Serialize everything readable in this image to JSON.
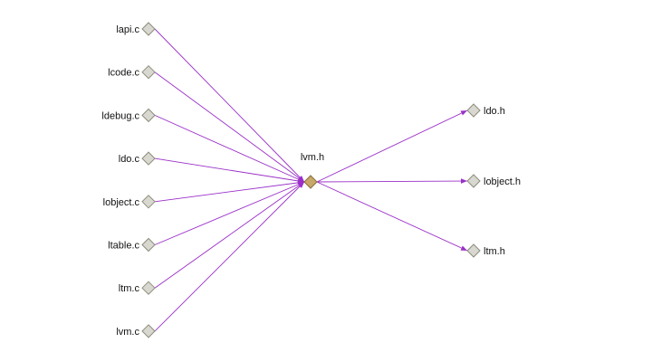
{
  "diagram": {
    "colors": {
      "edge": "#9b30c8",
      "node_fill": "#d8d8d0",
      "node_stroke": "#8c8c7c",
      "focus_fill": "#c8a86a",
      "focus_stroke": "#8a6e3a",
      "background": "#ffffff"
    },
    "focus": {
      "id": "lvm_h",
      "label": "lvm.h"
    },
    "includers": [
      {
        "id": "lapi_c",
        "label": "lapi.c"
      },
      {
        "id": "lcode_c",
        "label": "lcode.c"
      },
      {
        "id": "ldebug_c",
        "label": "ldebug.c"
      },
      {
        "id": "ldo_c",
        "label": "ldo.c"
      },
      {
        "id": "lobject_c",
        "label": "lobject.c"
      },
      {
        "id": "ltable_c",
        "label": "ltable.c"
      },
      {
        "id": "ltm_c",
        "label": "ltm.c"
      },
      {
        "id": "lvm_c",
        "label": "lvm.c"
      }
    ],
    "includes": [
      {
        "id": "ldo_h",
        "label": "ldo.h"
      },
      {
        "id": "lobject_h",
        "label": "lobject.h"
      },
      {
        "id": "ltm_h",
        "label": "ltm.h"
      }
    ]
  }
}
